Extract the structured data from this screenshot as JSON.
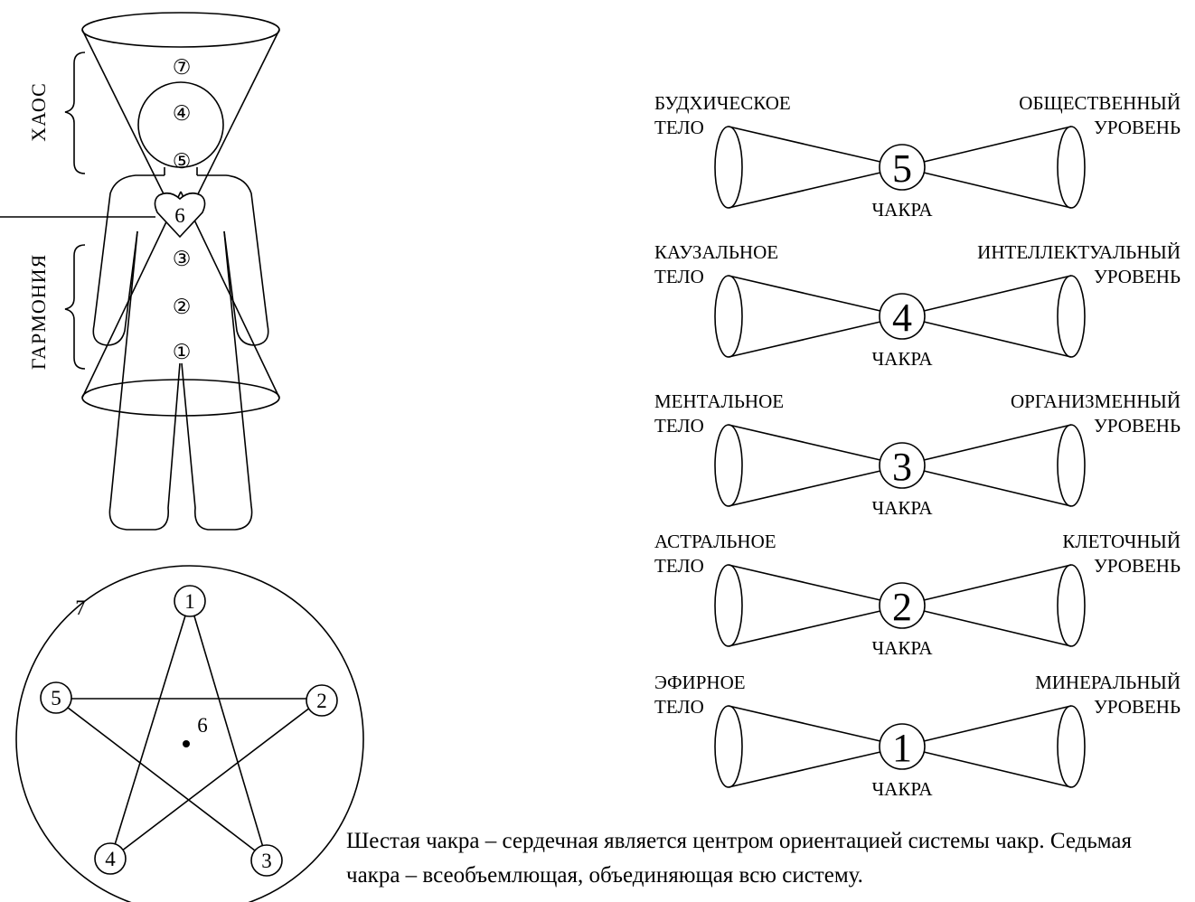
{
  "figure": {
    "side_labels": {
      "chaos": "ХАОС",
      "harmony": "ГАРМОНИЯ"
    },
    "body_chakras": [
      "⑦",
      "④",
      "⑤",
      "6",
      "③",
      "②",
      "①"
    ],
    "star": {
      "outer": "7",
      "center": "6",
      "points": [
        "1",
        "2",
        "3",
        "4",
        "5"
      ]
    }
  },
  "rows": [
    {
      "chakra": "5",
      "left": [
        "БУДХИЧЕСКОЕ",
        "ТЕЛО"
      ],
      "right": [
        "ОБЩЕСТВЕННЫЙ",
        "УРОВЕНЬ"
      ],
      "bottom": "ЧАКРА"
    },
    {
      "chakra": "4",
      "left": [
        "КАУЗАЛЬНОЕ",
        "ТЕЛО"
      ],
      "right": [
        "ИНТЕЛЛЕКТУАЛЬНЫЙ",
        "УРОВЕНЬ"
      ],
      "bottom": "ЧАКРА"
    },
    {
      "chakra": "3",
      "left": [
        "МЕНТАЛЬНОЕ",
        "ТЕЛО"
      ],
      "right": [
        "ОРГАНИЗМЕННЫЙ",
        "УРОВЕНЬ"
      ],
      "bottom": "ЧАКРА"
    },
    {
      "chakra": "2",
      "left": [
        "АСТРАЛЬНОЕ",
        "ТЕЛО"
      ],
      "right": [
        "КЛЕТОЧНЫЙ",
        "УРОВЕНЬ"
      ],
      "bottom": "ЧАКРА"
    },
    {
      "chakra": "1",
      "left": [
        "ЭФИРНОЕ",
        "ТЕЛО"
      ],
      "right": [
        "МИНЕРАЛЬНЫЙ",
        "УРОВЕНЬ"
      ],
      "bottom": "ЧАКРА"
    }
  ],
  "caption": "Шестая чакра – сердечная является центром ориентацией системы чакр. Седьмая чакра – всеобъемлющая, объединяющая всю систему."
}
